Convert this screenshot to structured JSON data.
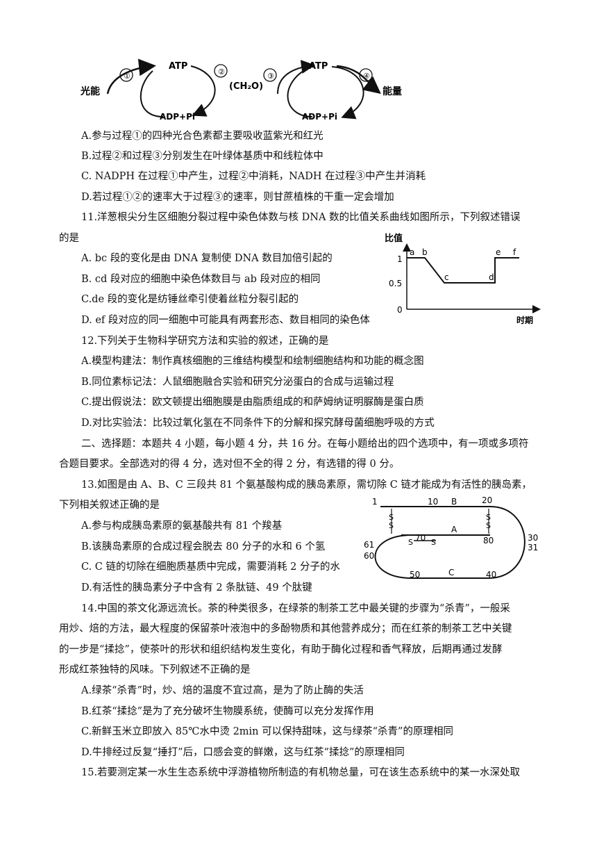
{
  "cycle_diagram": {
    "light_energy": "光能",
    "energy": "能量",
    "atp": "ATP",
    "adp_pi": "ADP+Pi",
    "ch2o": "(CH₂O)",
    "step1": "①",
    "step2": "②",
    "step3": "③",
    "step4": "④"
  },
  "q10": {
    "a": "A.参与过程①的四种光合色素都主要吸收蓝紫光和红光",
    "b": "B.过程②和过程③分别发生在叶绿体基质中和线粒体中",
    "c": "C. NADPH 在过程①中产生，过程②中消耗，NADH 在过程③中产生并消耗",
    "d": "D.若过程①②的速率大于过程③的速率，则甘蔗植株的干重一定会增加"
  },
  "q11": {
    "stem1": "11.洋葱根尖分生区细胞分裂过程中染色体数与核 DNA 数的比值关系曲线如图所示，下列叙述错误",
    "stem2": "的是",
    "a": "A. bc 段的变化是由 DNA 复制使 DNA 数目加倍引起的",
    "b": "B. cd 段对应的细胞中染色体数目与 ab 段对应的相同",
    "c": "C.de 段的变化是纺锤丝牵引使着丝粒分裂引起的",
    "d": "D. ef 段对应的同一细胞中可能具有两套形态、数目相同的染色体"
  },
  "ratio_chart": {
    "ylabel": "比值",
    "xlabel": "时期",
    "ytick_1": "1",
    "ytick_05": "0.5",
    "ytick_0": "0",
    "pt_a": "a",
    "pt_b": "b",
    "pt_c": "c",
    "pt_d": "d",
    "pt_e": "e",
    "pt_f": "f"
  },
  "q12": {
    "stem": "12.下列关于生物科学研究方法和实验的叙述，正确的是",
    "a": "A.模型构建法：制作真核细胞的三维结构模型和绘制细胞结构和功能的概念图",
    "b": "B.同位素标记法：人鼠细胞融合实验和研究分泌蛋白的合成与运输过程",
    "c": "C.提出假说法：欧文顿提出细胞膜是由脂质组成的和萨姆纳证明脲酶是蛋白质",
    "d": "D.对比实验法：比较过氧化氢在不同条件下的分解和探究酵母菌细胞呼吸的方式"
  },
  "section2": {
    "line1": "二、选择题：本题共 4 小题，每小题 4 分，共 16 分。在每小题给出的四个选项中，有一项或多项符",
    "line2": "合题目要求。全部选对的得 4 分，选对但不全的得 2 分，有选错的得 0 分。"
  },
  "q13": {
    "stem1": "13.如图是由 A、B、C 三段共 81 个氨基酸构成的胰岛素原，需切除 C 链才能成为有活性的胰岛素，",
    "stem2": "下列相关叙述正确的是",
    "a": "A.参与构成胰岛素原的氨基酸共有 81 个羧基",
    "b": "B.该胰岛素原的合成过程会脱去 80 分子的水和 6 个氢",
    "c": "C. C 链的切除在细胞质基质中完成，需要消耗 2 分子的水",
    "d": "D.有活性的胰岛素分子中含有 2 条肽链、49 个肽键"
  },
  "insulin_diagram": {
    "n1": "1",
    "n10": "10",
    "chain_b": "B",
    "n20": "20",
    "chain_a": "A",
    "n70": "70",
    "n80": "80",
    "n61": "61",
    "n60": "60",
    "n30": "30",
    "n31": "31",
    "chain_c": "C",
    "n50": "50",
    "n40": "40",
    "s": "S"
  },
  "q14": {
    "line1": "14.中国的茶文化源远流长。茶的种类很多，在绿茶的制茶工艺中最关键的步骤为“杀青”，一般采",
    "line2": "用炒、焙的方法，最大程度的保留茶叶液泡中的多酚物质和其他营养成分；而在红茶的制茶工艺中关键",
    "line3": "的一步是“揉捻”，使茶叶的形状和组织结构发生变化，有助于酶化过程和香气释放，后期再通过发酵",
    "line4": "形成红茶独特的风味。下列叙述不正确的是",
    "a": "A.绿茶“杀青”时，炒、焙的温度不宜过高，是为了防止酶的失活",
    "b": "B.红茶“揉捻”是为了充分破坏生物膜系统，使酶可以充分发挥作用",
    "c": "C.新鲜玉米立即放入 85℃水中烫 2min 可以保持甜味，这与绿茶“杀青”的原理相同",
    "d": "D.牛排经过反复“捶打”后，口感会变的鲜嫩，这与红茶“揉捻”的原理相同"
  },
  "q15": {
    "line1": "15.若要测定某一水生生态系统中浮游植物所制造的有机物总量，可在该生态系统中的某一水深处取"
  }
}
